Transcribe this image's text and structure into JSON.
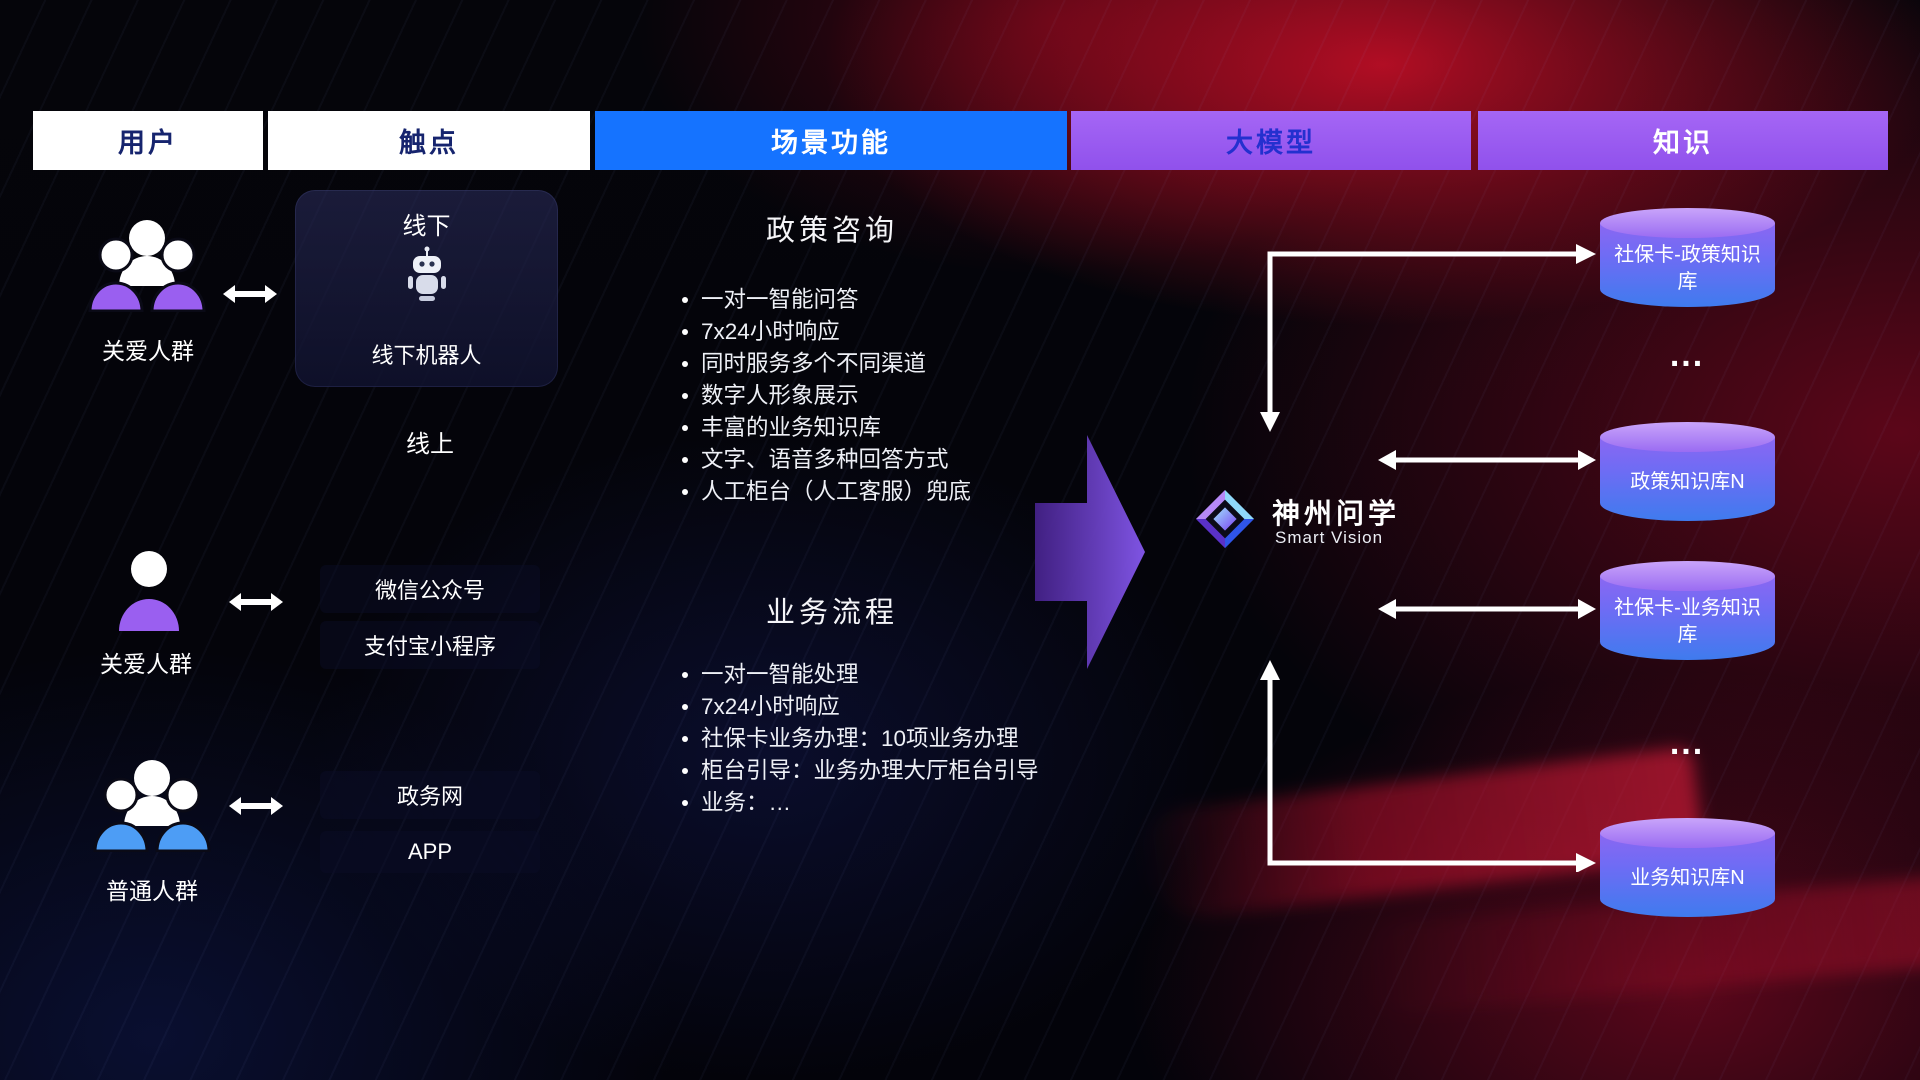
{
  "header": {
    "columns": [
      "用户",
      "触点",
      "场景功能",
      "大模型",
      "知识"
    ]
  },
  "users": {
    "items": [
      {
        "label": "关爱人群",
        "icon": "group-people",
        "color": "#9a5ff0"
      },
      {
        "label": "关爱人群",
        "icon": "single-person",
        "color": "#9a5ff0"
      },
      {
        "label": "普通人群",
        "icon": "group-people",
        "color": "#4d9df5"
      }
    ]
  },
  "touchpoints": {
    "offline_label": "线下",
    "offline_robot_label": "线下机器人",
    "online_label": "线上",
    "channels": [
      "微信公众号",
      "支付宝小程序",
      "政务网",
      "APP"
    ]
  },
  "scene": {
    "policy": {
      "title": "政策咨询",
      "items": [
        "一对一智能问答",
        "7x24小时响应",
        "同时服务多个不同渠道",
        "数字人形象展示",
        "丰富的业务知识库",
        "文字、语音多种回答方式",
        "人工柜台（人工客服）兜底"
      ]
    },
    "business": {
      "title": "业务流程",
      "items": [
        "一对一智能处理",
        "7x24小时响应",
        "社保卡业务办理：10项业务办理",
        "柜台引导：业务办理大厅柜台引导",
        "业务：…"
      ]
    }
  },
  "model": {
    "name": "神州问学",
    "subtitle": "Smart Vision"
  },
  "knowledge": {
    "databases": [
      "社保卡-政策知识库",
      "政策知识库N",
      "社保卡-业务知识库",
      "业务知识库N"
    ],
    "ellipsis": "..."
  },
  "colors": {
    "header_blue": "#1573ff",
    "header_purple": "#9c5df0",
    "header_text_navy": "#16246e",
    "user_purple": "#9a5ff0",
    "user_blue": "#4d9df5",
    "big_arrow_purple": "#8558ee",
    "db_top": "#b488f5",
    "db_body_bottom": "#3f7bee",
    "connector_white": "#ffffff"
  }
}
